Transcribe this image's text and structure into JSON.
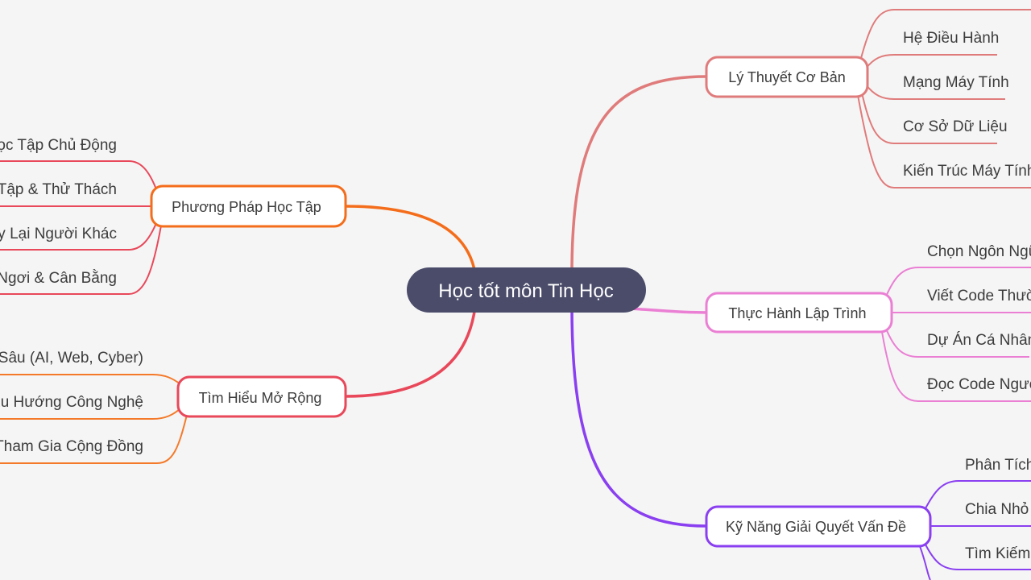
{
  "root": {
    "label": "Học tốt môn Tin Học",
    "color": "#4a4c6a"
  },
  "branches": {
    "ly_thuyet": {
      "label": "Lý Thuyết Cơ Bản",
      "color": "#e07b7b",
      "leaves": [
        "Hệ Điều Hành",
        "Mạng Máy Tính",
        "Cơ Sở Dữ Liệu",
        "Kiến Trúc Máy Tính"
      ]
    },
    "thuc_hanh": {
      "label": "Thực Hành Lập Trình",
      "color": "#ea7fd4",
      "leaves": [
        "Chọn Ngôn Ngữ",
        "Viết Code Thườ",
        "Dự Án Cá Nhân",
        "Đọc Code Ngườ"
      ]
    },
    "ky_nang": {
      "label": "Kỹ Năng Giải Quyết Vấn Đề",
      "color": "#8a3ff0",
      "leaves": [
        "Phân Tích",
        "Chia Nhỏ V",
        "Tìm Kiếm"
      ]
    },
    "phuong_phap": {
      "label": "Phương Pháp Học Tập",
      "color": "#f46d1b",
      "leaf_color": "#e8485a",
      "leaves": [
        "Học Tập Chủ Động",
        "i Tập & Thử Thách",
        "ạy Lại Người Khác",
        "i Ngơi & Cân Bằng"
      ]
    },
    "tim_hieu": {
      "label": "Tìm Hiểu Mở Rộng",
      "color": "#e8485a",
      "leaf_color": "#f47a2a",
      "leaves": [
        "n Sâu (AI, Web, Cyber)",
        "Xu Hướng Công Nghệ",
        "Tham Gia Cộng Đồng"
      ]
    }
  }
}
